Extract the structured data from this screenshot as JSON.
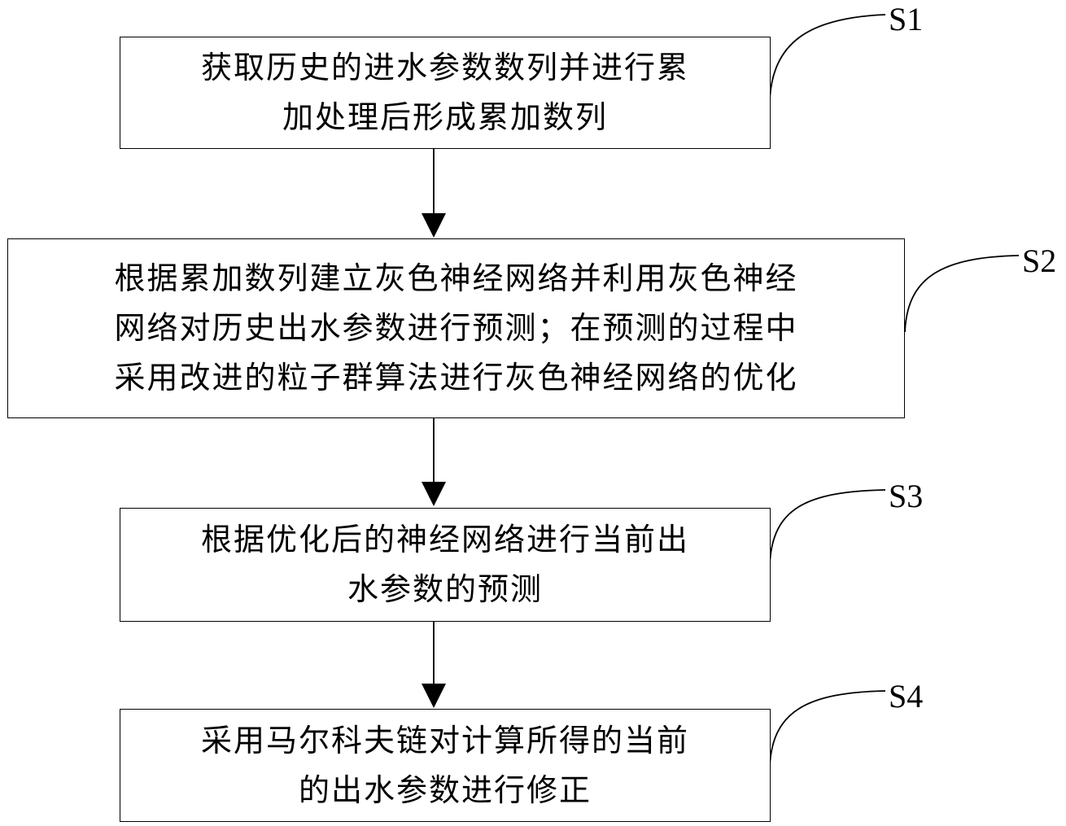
{
  "steps": [
    {
      "id": "S1",
      "label": "S1",
      "lines": [
        "获取历史的进水参数数列并进行累",
        "加处理后形成累加数列"
      ]
    },
    {
      "id": "S2",
      "label": "S2",
      "lines": [
        "根据累加数列建立灰色神经网络并利用灰色神经",
        "网络对历史出水参数进行预测；在预测的过程中",
        "采用改进的粒子群算法进行灰色神经网络的优化"
      ]
    },
    {
      "id": "S3",
      "label": "S3",
      "lines": [
        "根据优化后的神经网络进行当前出",
        "水参数的预测"
      ]
    },
    {
      "id": "S4",
      "label": "S4",
      "lines": [
        "采用马尔科夫链对计算所得的当前",
        "的出水参数进行修正"
      ]
    }
  ],
  "colors": {
    "stroke": "#000000",
    "background": "#ffffff"
  }
}
